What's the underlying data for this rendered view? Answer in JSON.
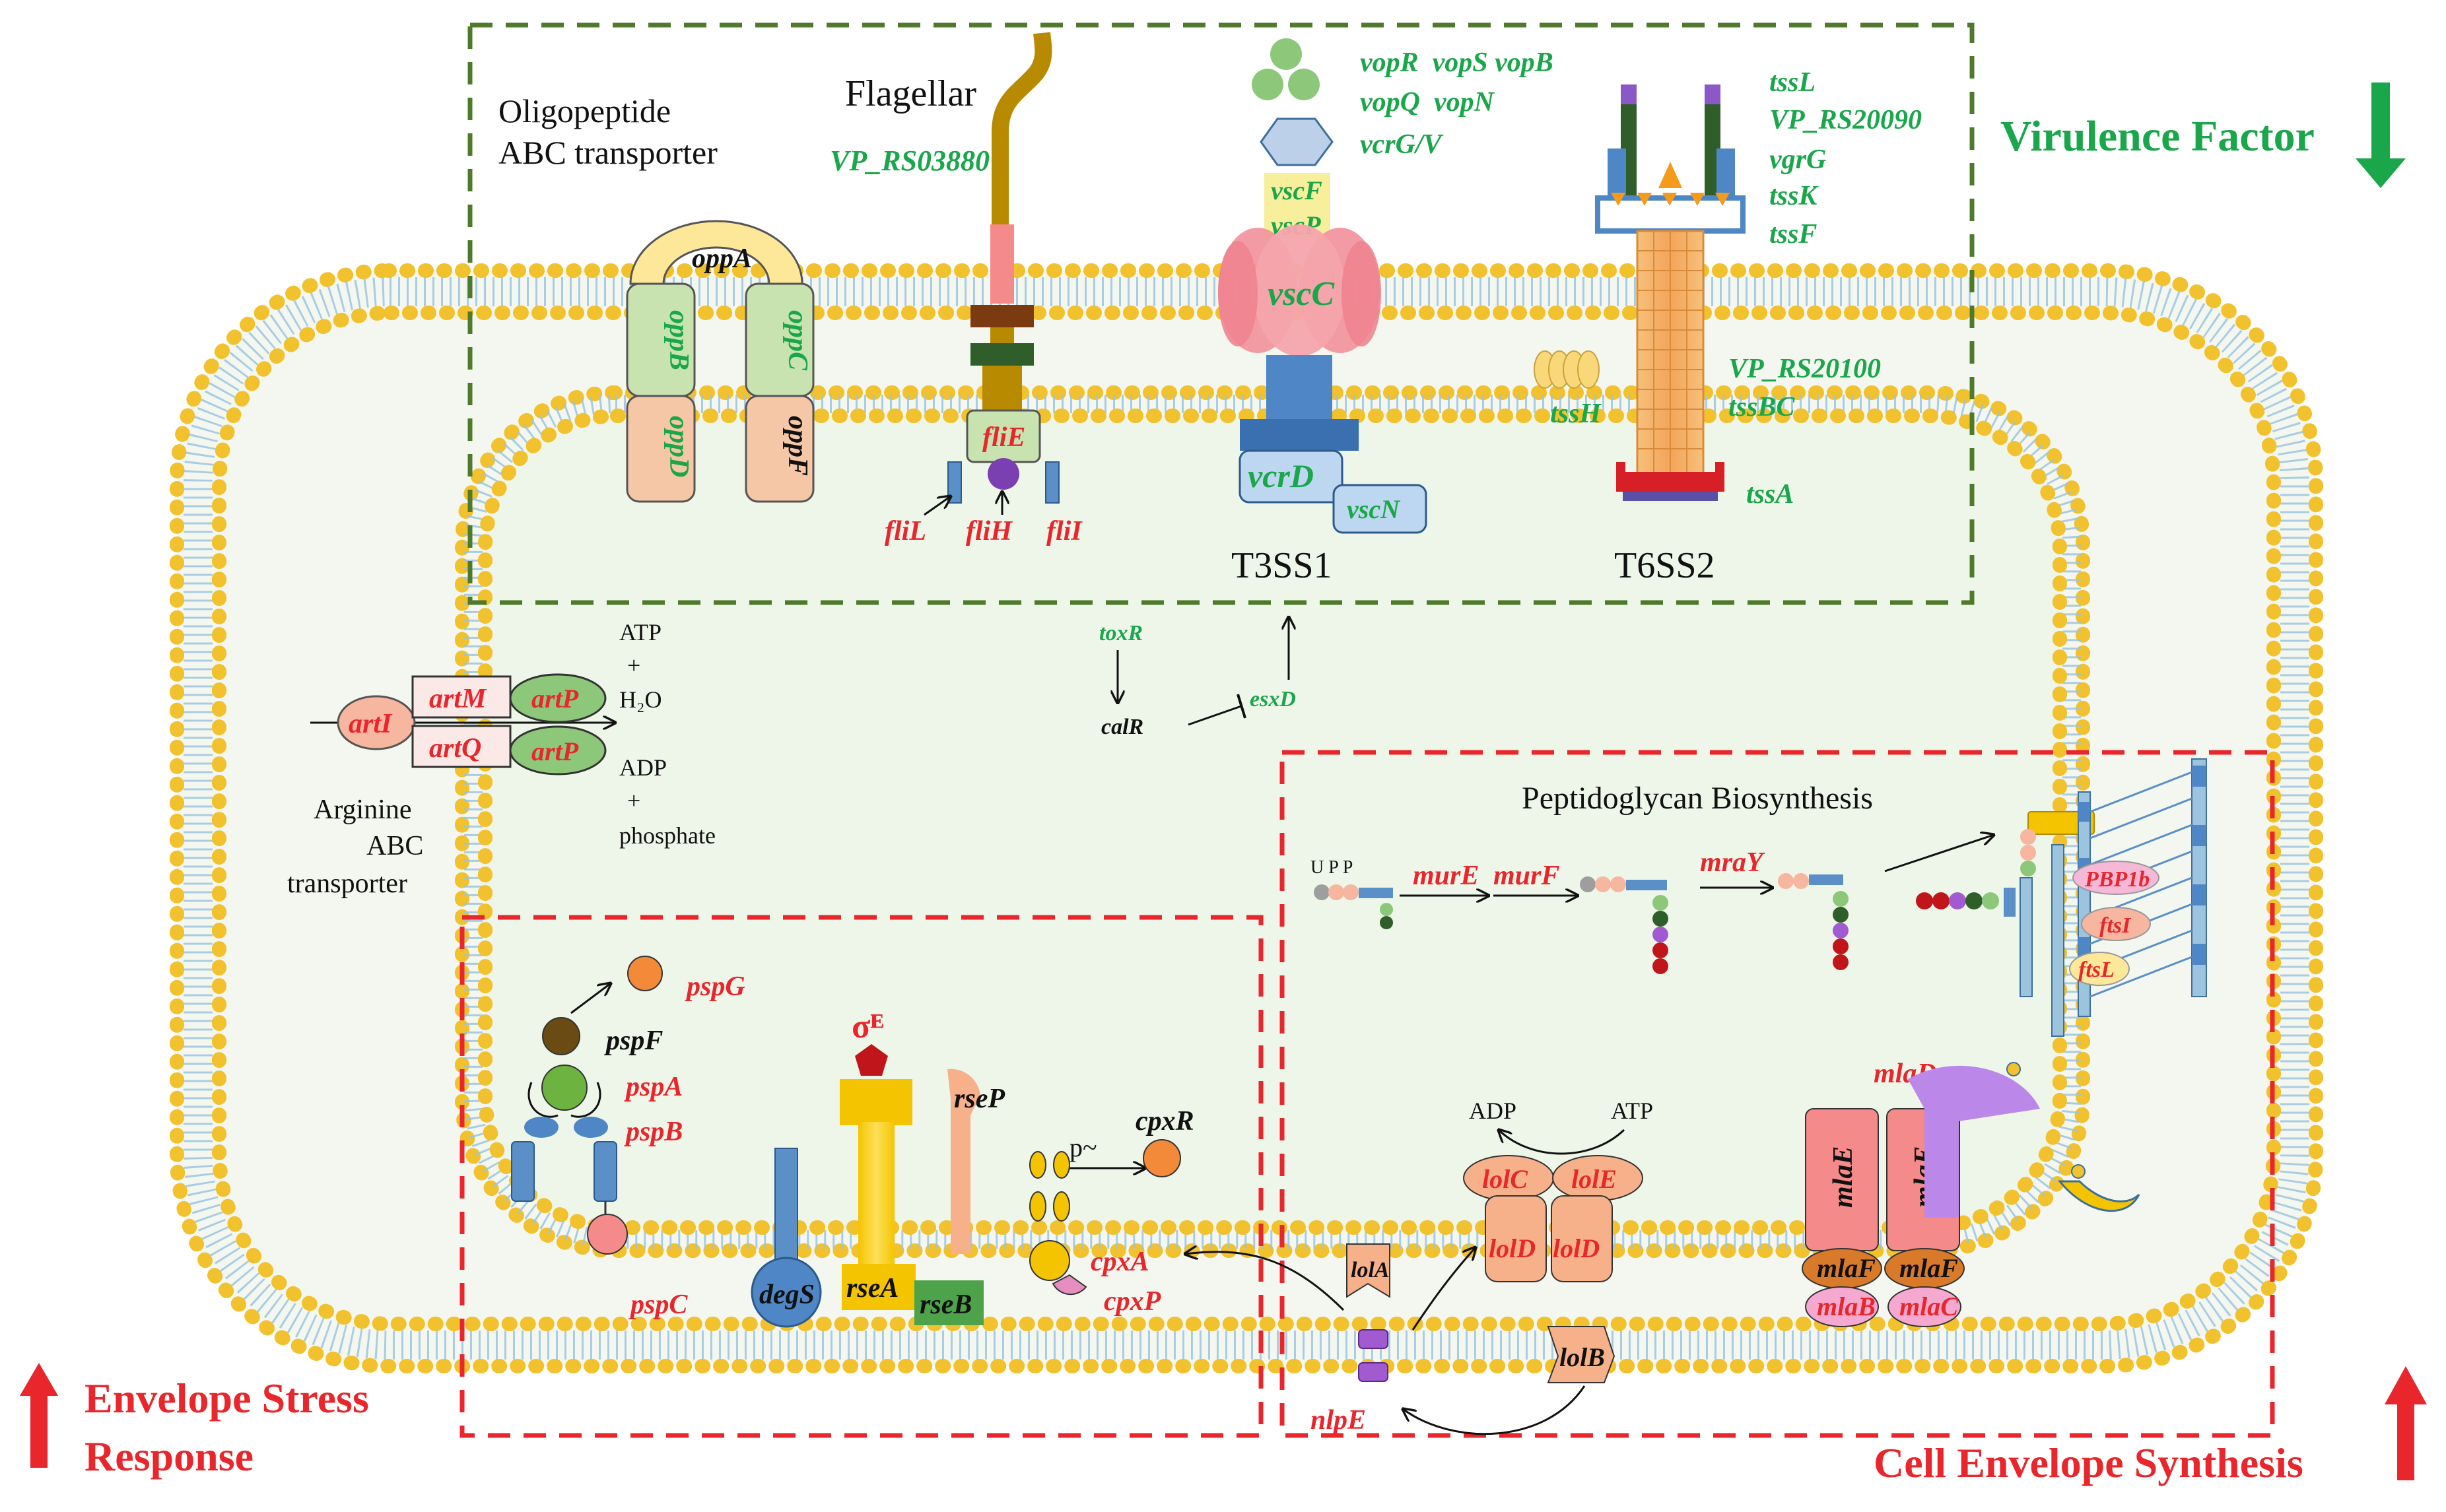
{
  "colors": {
    "membrane_head": "#f2c12e",
    "membrane_tail": "#6fa3c8",
    "membrane_outline": "#3d6f99",
    "periplasm": "#f1f6ee",
    "cytoplasm": "#eef5e9",
    "virulence_box": "#4f7a2b",
    "stress_box": "#e8262b",
    "green_label": "#1aa64a",
    "red_label": "#e8262b",
    "black_label": "#111111"
  },
  "panels": {
    "virulence": {
      "title": "Virulence Factor",
      "arrow": "down"
    },
    "stress": {
      "title_line1": "Envelope Stress",
      "title_line2": "Response",
      "arrow": "up"
    },
    "envelope": {
      "title": "Cell Envelope Synthesis",
      "arrow": "up"
    }
  },
  "oligopeptide": {
    "title_line1": "Oligopeptide",
    "title_line2": "ABC transporter",
    "oppA": "oppA",
    "oppB": "oppB",
    "oppC": "oppC",
    "oppD": "oppD",
    "oppF": "oppF"
  },
  "flagellar": {
    "title": "Flagellar",
    "gene": "VP_RS03880",
    "fliE": "fliE",
    "fliL": "fliL",
    "fliH": "fliH",
    "fliI": "fliI"
  },
  "t3ss": {
    "name": "T3SS1",
    "genes_row1": "vopR  vopS vopB",
    "genes_row2": "vopQ  vopN",
    "genes_row3": "vcrG/V",
    "vscF": "vscF",
    "vscP": "vscP",
    "vscC": "vscC",
    "vcrD": "vcrD",
    "vscN": "vscN"
  },
  "t6ss": {
    "name": "T6SS2",
    "genes_top": [
      "tssL",
      "VP_RS20090",
      "vgrG",
      "tssK",
      "tssF"
    ],
    "genes_mid": [
      "VP_RS20100",
      "tssBC"
    ],
    "tssH": "tssH",
    "tssA": "tssA"
  },
  "regulation": {
    "toxR": "toxR",
    "calR": "calR",
    "esxD": "esxD"
  },
  "arginine": {
    "artI": "artI",
    "artM": "artM",
    "artP1": "artP",
    "artQ": "artQ",
    "artP2": "artP",
    "atp": "ATP",
    "plus1": "+",
    "h2o": "H₂O",
    "adp": "ADP",
    "plus2": "+",
    "phosphate": "phosphate",
    "title_line1": "Arginine",
    "title_line2": "ABC",
    "title_line3": "transporter"
  },
  "peptidoglycan": {
    "title": "Peptidoglycan Biosynthesis",
    "upp": "U P P",
    "murE": "murE",
    "murF": "murF",
    "mraY": "mraY",
    "PBP1b": "PBP1b",
    "ftsI": "ftsI",
    "ftsL": "ftsL"
  },
  "psp": {
    "pspG": "pspG",
    "pspF": "pspF",
    "pspA": "pspA",
    "pspB": "pspB",
    "pspC": "pspC"
  },
  "sigma": {
    "sigmaE": "σᴱ",
    "degS": "degS",
    "rseA": "rseA",
    "rseB": "rseB",
    "rseP": "rseP"
  },
  "cpx": {
    "p": "p~",
    "cpxR": "cpxR",
    "cpxA": "cpxA",
    "cpxP": "cpxP"
  },
  "lol": {
    "adp": "ADP",
    "atp": "ATP",
    "lolC": "lolC",
    "lolE": "lolE",
    "lolD1": "lolD",
    "lolD2": "lolD",
    "lolA": "lolA",
    "lolB": "lolB",
    "nlpE": "nlpE"
  },
  "mla": {
    "mlaD": "mlaD",
    "mlaE1": "mlaE",
    "mlaE2": "mlaE",
    "mlaF1": "mlaF",
    "mlaF2": "mlaF",
    "mlaB": "mlaB",
    "mlaC": "mlaC"
  }
}
